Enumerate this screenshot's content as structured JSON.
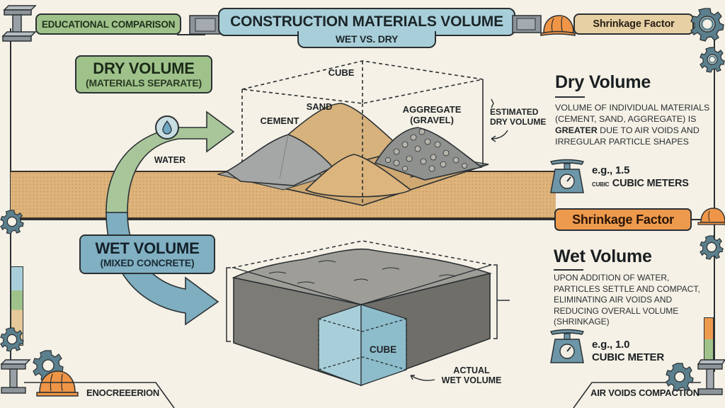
{
  "header": {
    "left_tag": "EDUCATIONAL COMPARISON",
    "title_line1": "CONSTRUCTION MATERIALS VOLUME",
    "title_line2": "WET VS. DRY",
    "right_tag": "Shrinkage Factor"
  },
  "dry_section": {
    "badge_title": "DRY VOLUME",
    "badge_subtitle": "(MATERIALS SEPARATE)",
    "labels": {
      "cube": "CUBE",
      "cement": "CEMENT",
      "sand": "SAND",
      "aggregate_line1": "AGGREGATE",
      "aggregate_line2": "(GRAVEL)",
      "estimate_line1": "ESTIMATED",
      "estimate_line2": "DRY VOLUME"
    },
    "water_label": "WATER"
  },
  "wet_section": {
    "badge_title": "WET VOLUME",
    "badge_subtitle": "(MIXED CONCRETE)",
    "labels": {
      "cube": "CUBE",
      "actual_line1": "ACTUAL",
      "actual_line2": "WET VOLUME"
    }
  },
  "right_panel": {
    "dry": {
      "heading": "Dry Volume",
      "text_before_bold": "VOLUME OF INDIVIDUAL MATERIALS (CEMENT, SAND, AGGREGATE) IS ",
      "bold": "GREATER",
      "text_after_bold": " DUE TO AIR VOIDS AND IRREGULAR PARTICLE SHAPES",
      "example_line1": "e.g., 1.5",
      "example_prefix": "CUBIC",
      "example_line2": "CUBIC METERS"
    },
    "shrinkage_tag": "Shrinkage Factor",
    "wet": {
      "heading": "Wet Volume",
      "text": "UPON ADDITION OF WATER, PARTICLES SETTLE AND COMPACT, ELIMINATING AIR VOIDS AND REDUCING OVERALL VOLUME (SHRINKAGE)",
      "example_line1": "e.g., 1.0",
      "example_line2": "CUBIC METER"
    }
  },
  "footer": {
    "left_tag": "ENOCREEERION",
    "right_tag": "AIR VOIDS COMPACTION"
  },
  "icons": [
    "steel-beam-icon",
    "hard-hat-icon",
    "gear-icon",
    "water-drop-icon",
    "scale-icon"
  ],
  "colors": {
    "background": "#f5f1e6",
    "green": "#8fb77e",
    "blue": "#8fbccb",
    "steel_blue": "#6e9db0",
    "tan": "#e6c99a",
    "orange": "#ee9a4d",
    "sand": "#deb47c",
    "concrete": "#8c8c86",
    "gear": "#5b7f8c"
  }
}
